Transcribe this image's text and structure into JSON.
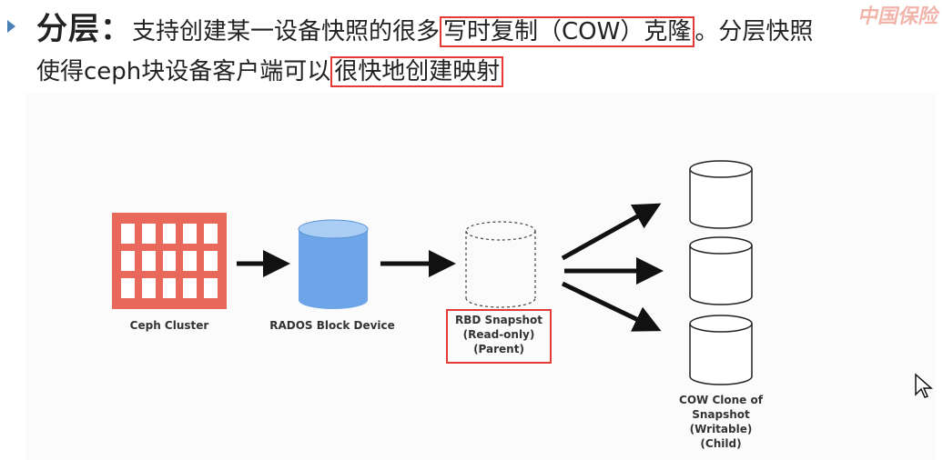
{
  "heading": {
    "term": "分层：",
    "line1_text": "支持创建某一设备快照的很多",
    "line1_highlight": "写时复制（COW）克隆",
    "line1_tail": "。分层快照",
    "line2_text": "使得ceph块设备客户端可以",
    "line2_highlight": "很快地创建映射"
  },
  "watermark": "中国保险",
  "diagram": {
    "cluster_label": "Ceph Cluster",
    "rbd_label": "RADOS Block Device",
    "snapshot_label_1": "RBD Snapshot",
    "snapshot_label_2": "(Read-only)",
    "snapshot_label_3": "(Parent)",
    "clone_label_1": "COW Clone of",
    "clone_label_2": "Snapshot",
    "clone_label_3": "(Writable)",
    "clone_label_4": "(Child)"
  },
  "colors": {
    "accent": "#e53935",
    "cluster": "#e8695c",
    "rbd_top": "#a9cdf3",
    "rbd_body": "#6da5e8"
  }
}
